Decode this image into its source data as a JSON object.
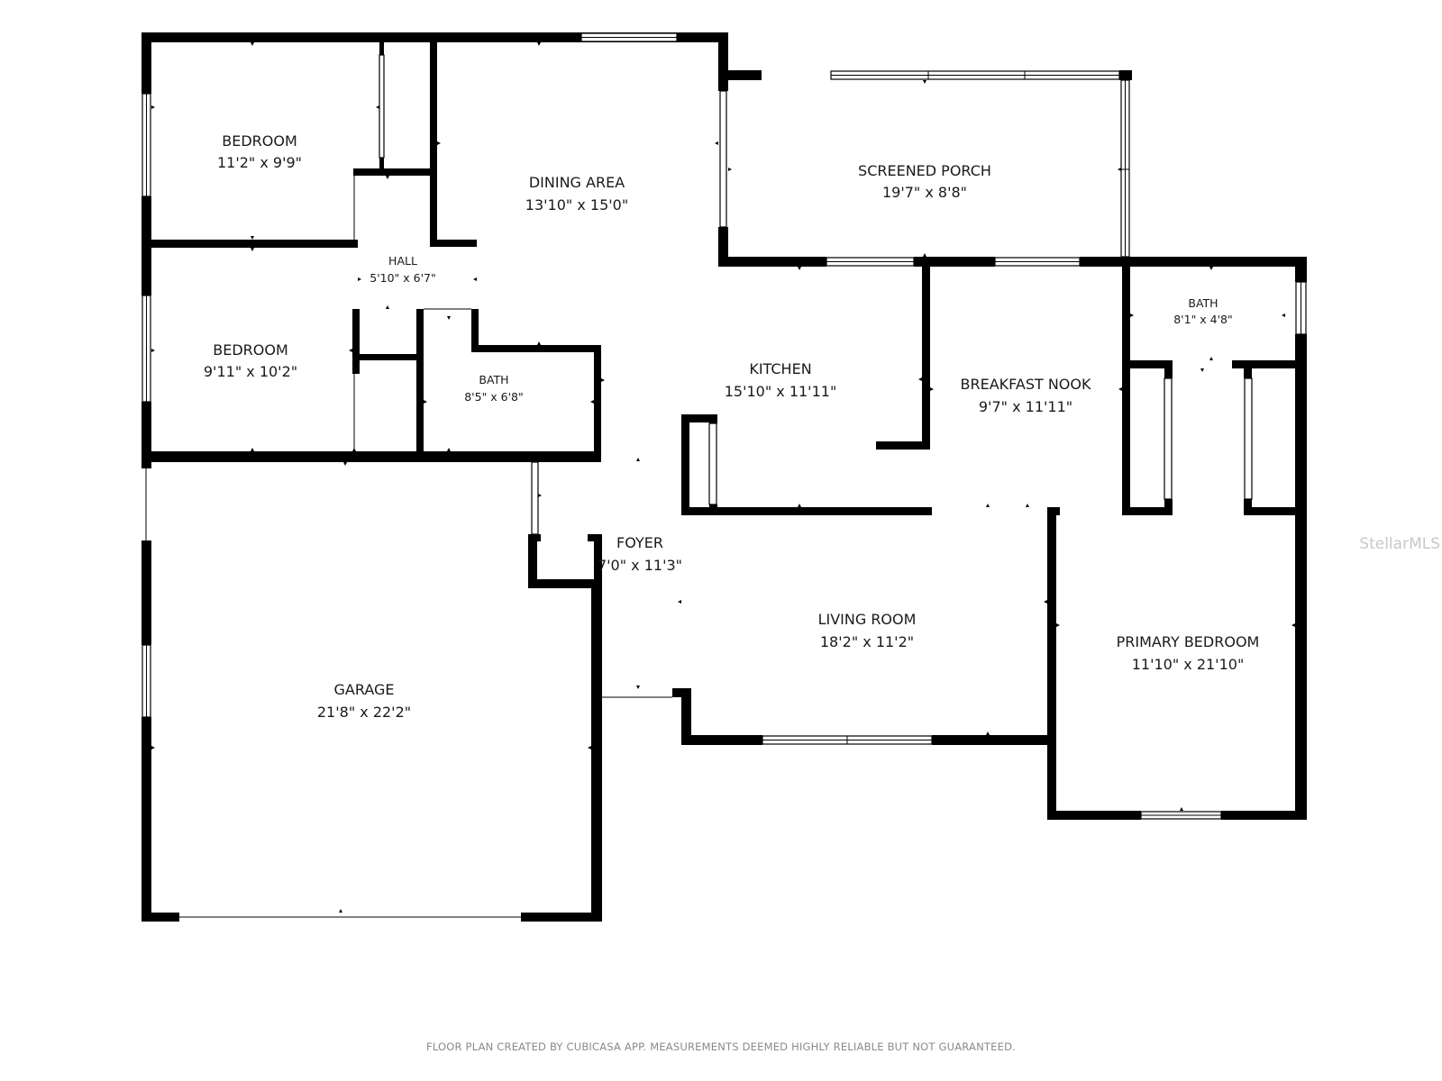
{
  "rooms": {
    "bedroom_1": {
      "name": "BEDROOM",
      "dims": "11'2\" x 9'9\""
    },
    "bedroom_2": {
      "name": "BEDROOM",
      "dims": "9'11\" x 10'2\""
    },
    "hall": {
      "name": "HALL",
      "dims": "5'10\" x 6'7\""
    },
    "dining_area": {
      "name": "DINING AREA",
      "dims": "13'10\" x 15'0\""
    },
    "screened_porch": {
      "name": "SCREENED PORCH",
      "dims": "19'7\" x 8'8\""
    },
    "bath_hall": {
      "name": "BATH",
      "dims": "8'5\" x 6'8\""
    },
    "kitchen": {
      "name": "KITCHEN",
      "dims": "15'10\" x 11'11\""
    },
    "breakfast_nook": {
      "name": "BREAKFAST NOOK",
      "dims": "9'7\" x 11'11\""
    },
    "bath_primary": {
      "name": "BATH",
      "dims": "8'1\" x 4'8\""
    },
    "foyer": {
      "name": "FOYER",
      "dims": "7'0\" x 11'3\""
    },
    "living_room": {
      "name": "LIVING ROOM",
      "dims": "18'2\" x 11'2\""
    },
    "primary_bedroom": {
      "name": "PRIMARY BEDROOM",
      "dims": "11'10\" x 21'10\""
    },
    "garage": {
      "name": "GARAGE",
      "dims": "21'8\" x 22'2\""
    }
  },
  "footer": {
    "disclaimer": "FLOOR PLAN CREATED BY CUBICASA APP. MEASUREMENTS DEEMED HIGHLY RELIABLE BUT NOT GUARANTEED."
  },
  "watermark": {
    "text": "StellarMLS"
  },
  "colors": {
    "wall": "#000000",
    "label": "#1a1a1a",
    "footer": "#8a8a8a",
    "watermark": "#c8c8c8"
  }
}
